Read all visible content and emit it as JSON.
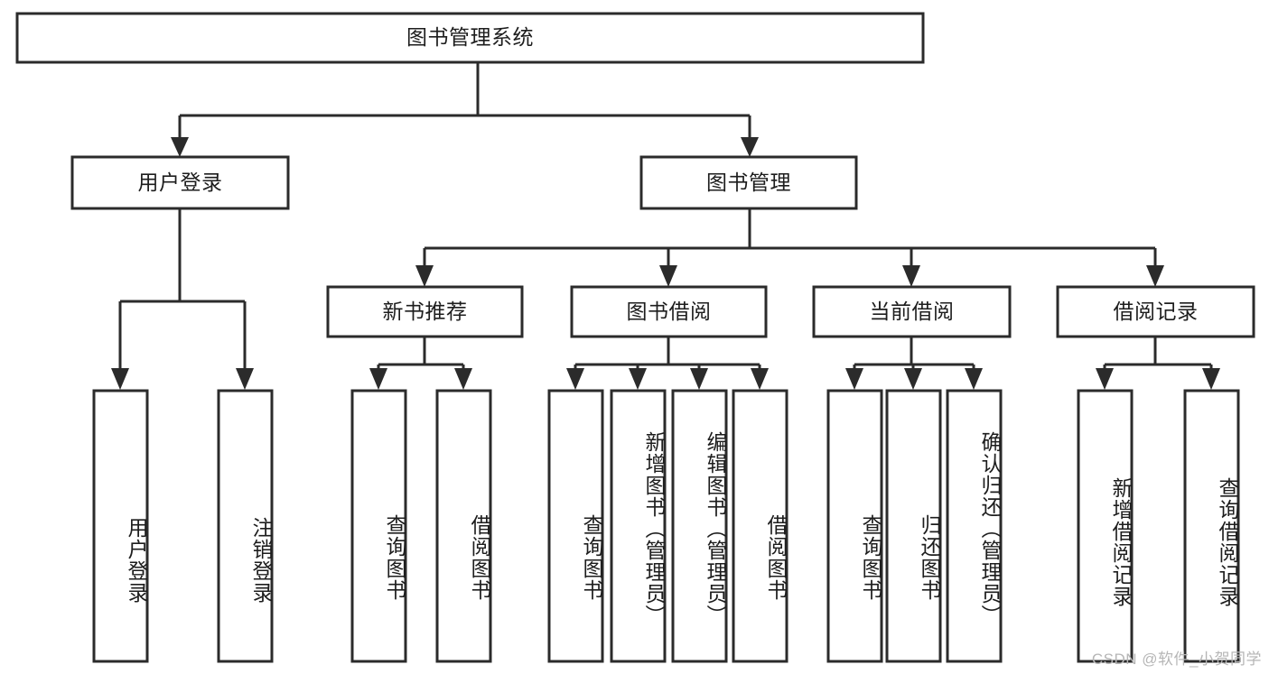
{
  "diagram": {
    "title": "图书管理系统",
    "type": "tree-hierarchy",
    "colors": {
      "box_stroke": "#2b2b2b",
      "box_fill": "#ffffff",
      "text": "#1d1d1d",
      "background": "#ffffff",
      "watermark": "#b6b6b6"
    },
    "root": {
      "label": "图书管理系统"
    },
    "level2": [
      {
        "label": "用户登录"
      },
      {
        "label": "图书管理"
      }
    ],
    "level3": [
      {
        "label": "新书推荐"
      },
      {
        "label": "图书借阅"
      },
      {
        "label": "当前借阅"
      },
      {
        "label": "借阅记录"
      }
    ],
    "leaves": [
      {
        "label": "用户登录"
      },
      {
        "label": "注销登录"
      },
      {
        "label": "查询图书"
      },
      {
        "label": "借阅图书"
      },
      {
        "label": "查询图书"
      },
      {
        "label": "新增图书（管理员）"
      },
      {
        "label": "编辑图书（管理员）"
      },
      {
        "label": "借阅图书"
      },
      {
        "label": "查询图书"
      },
      {
        "label": "归还图书"
      },
      {
        "label": "确认归还（管理员）"
      },
      {
        "label": "新增借阅记录"
      },
      {
        "label": "查询借阅记录"
      }
    ]
  },
  "watermark": {
    "text": "CSDN @软件_小贺同学"
  }
}
